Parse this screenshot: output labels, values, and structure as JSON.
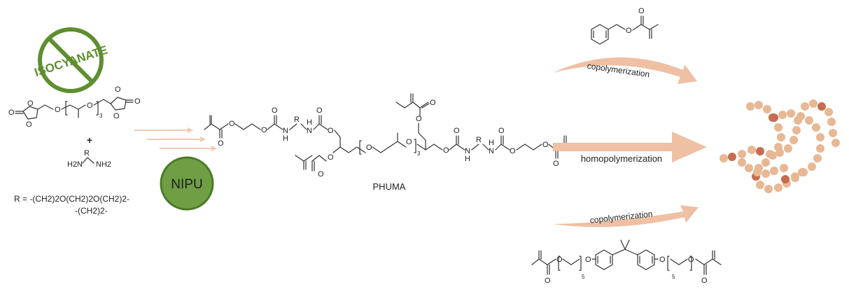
{
  "colors": {
    "nipu_fill": "#6f9e45",
    "nipu_stroke": "#4b7a27",
    "badge_green": "#5e8e2f",
    "arrow": "#efc0a3",
    "small_arrow": "#f1c9b1",
    "bead_light": "#e8b894",
    "bead_dark": "#c76c50"
  },
  "icons": {
    "badge": "no-isocyanate-icon",
    "network": "polymer-network-icon"
  },
  "badge": {
    "text": "ISOCYANATE"
  },
  "nipu": {
    "label": "NIPU"
  },
  "reagents": {
    "plus": "+",
    "repeat_n": "3",
    "diamine": {
      "left": "H2N",
      "r": "R",
      "right": "NH2"
    },
    "r_def_line1": "R = -(CH2)2O(CH2)2O(CH2)2-",
    "r_def_line2": "-(CH2)2-"
  },
  "product": {
    "label": "PHUMA",
    "repeat_n": "3",
    "atoms": {
      "O": "O",
      "N": "N",
      "H": "H",
      "R": "R"
    }
  },
  "routes": {
    "top": "copolymerization",
    "middle": "homopolymerization",
    "bottom": "copolymerization"
  },
  "bottom_monomer": {
    "repeat_left": "5",
    "repeat_right": "5"
  }
}
